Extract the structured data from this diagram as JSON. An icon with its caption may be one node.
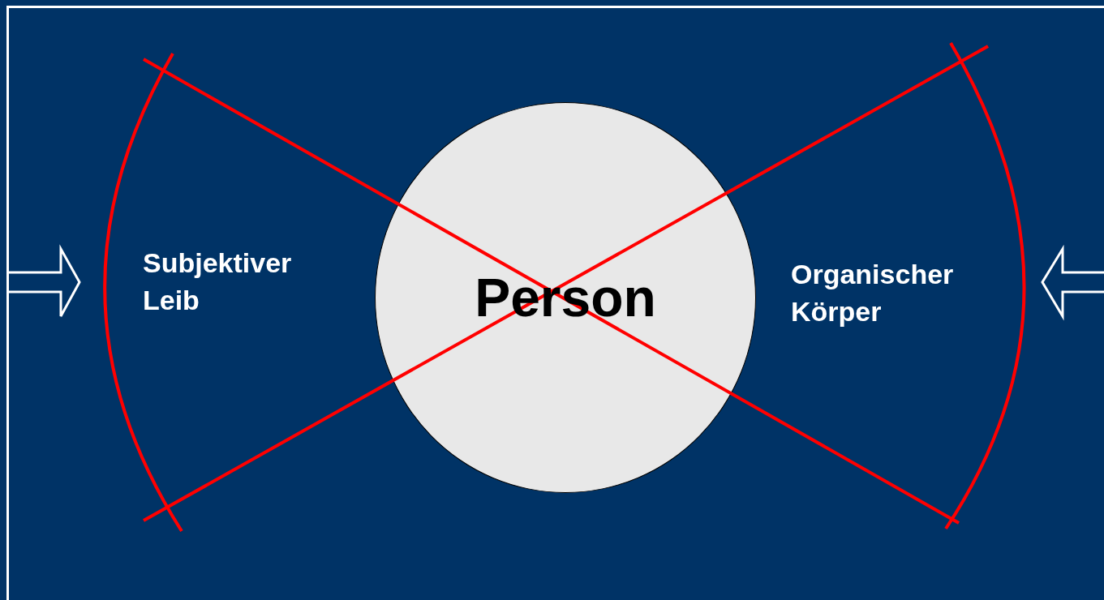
{
  "diagram": {
    "nodes": [
      {
        "text": [
          "Person"
        ]
      }
    ],
    "labels": [
      "Subjektiver Leib",
      "Organischer Körper"
    ]
  }
}
